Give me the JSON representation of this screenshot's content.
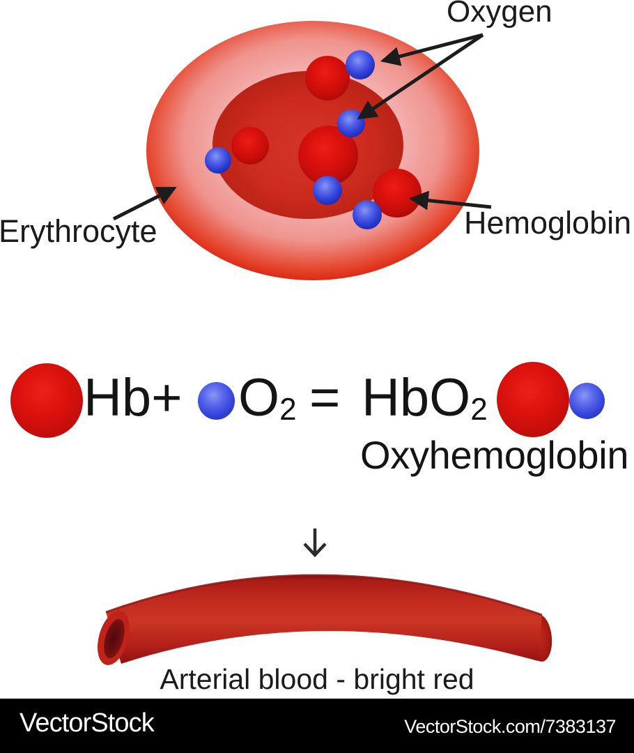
{
  "colors": {
    "background": "#ffffff",
    "cell_outer_edge_red": "#de2b17",
    "cell_outer_light_pink": "#f7c6c6",
    "cell_inner_red": "#cb2a1d",
    "hemoglobin_sphere_red": "#d41210",
    "oxygen_sphere_blue": "#3b4cdd",
    "arrow_black": "#1c1c1c",
    "vessel_red": "#c22a1e",
    "footer_background": "#000000",
    "footer_text": "#ffffff"
  },
  "cell_diagram": {
    "oxygen_label": "Oxygen",
    "erythrocyte_label": "Erythrocyte",
    "hemoglobin_label": "Hemoglobin",
    "oxygen_sphere_count": 5,
    "hemoglobin_sphere_count": 4
  },
  "equation": {
    "reactant1": "Hb+",
    "reactant2_base": "O",
    "reactant2_subscript": "2",
    "equals_sign": "=",
    "product_base": "HbO",
    "product_subscript": "2",
    "product_name": "Oxyhemoglobin"
  },
  "vessel": {
    "caption": "Arterial blood - bright red"
  },
  "footer": {
    "brand": "VectorStock",
    "credit": "VectorStock.com/7383137"
  }
}
